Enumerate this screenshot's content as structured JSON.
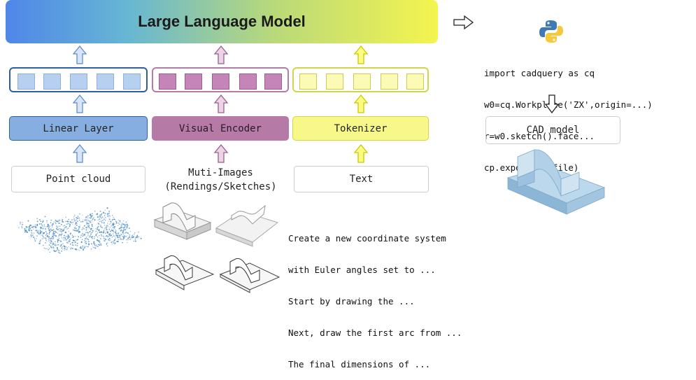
{
  "llm": {
    "title": "Large Language Model"
  },
  "pipelines": [
    {
      "encoder": "Linear Layer",
      "input": "Point cloud",
      "color": "#87aee0",
      "border": "#2f5f9e",
      "token_color": "#b7d0ef",
      "arrow_color": "#5d8ecc"
    },
    {
      "encoder": "Visual Encoder",
      "input_line1": "Muti-Images",
      "input_line2": "(Rendings/Sketches)",
      "color": "#b57aa6",
      "border": "#9a5f8c",
      "token_color": "#c585b8",
      "arrow_color": "#9a5f8c"
    },
    {
      "encoder": "Tokenizer",
      "input": "Text",
      "color": "#f7f78a",
      "border": "#c8c84a",
      "token_color": "#fbfbb5",
      "arrow_color": "#d8d800"
    }
  ],
  "text_input_example": [
    "Create a new coordinate system",
    "with Euler angles set to ...",
    "Start by drawing the ...",
    "Next, draw the first arc from ...",
    "The final dimensions of ..."
  ],
  "code_output": [
    "import cadquery as cq",
    "w0=cq.Workplane('ZX',origin=...)",
    "r=w0.sketch().face...",
    "cp.export(r, file)"
  ],
  "cad_output": {
    "label": "CAD model"
  },
  "icons": {
    "python": "python-logo-icon",
    "arrow": "right-arrow-icon"
  }
}
